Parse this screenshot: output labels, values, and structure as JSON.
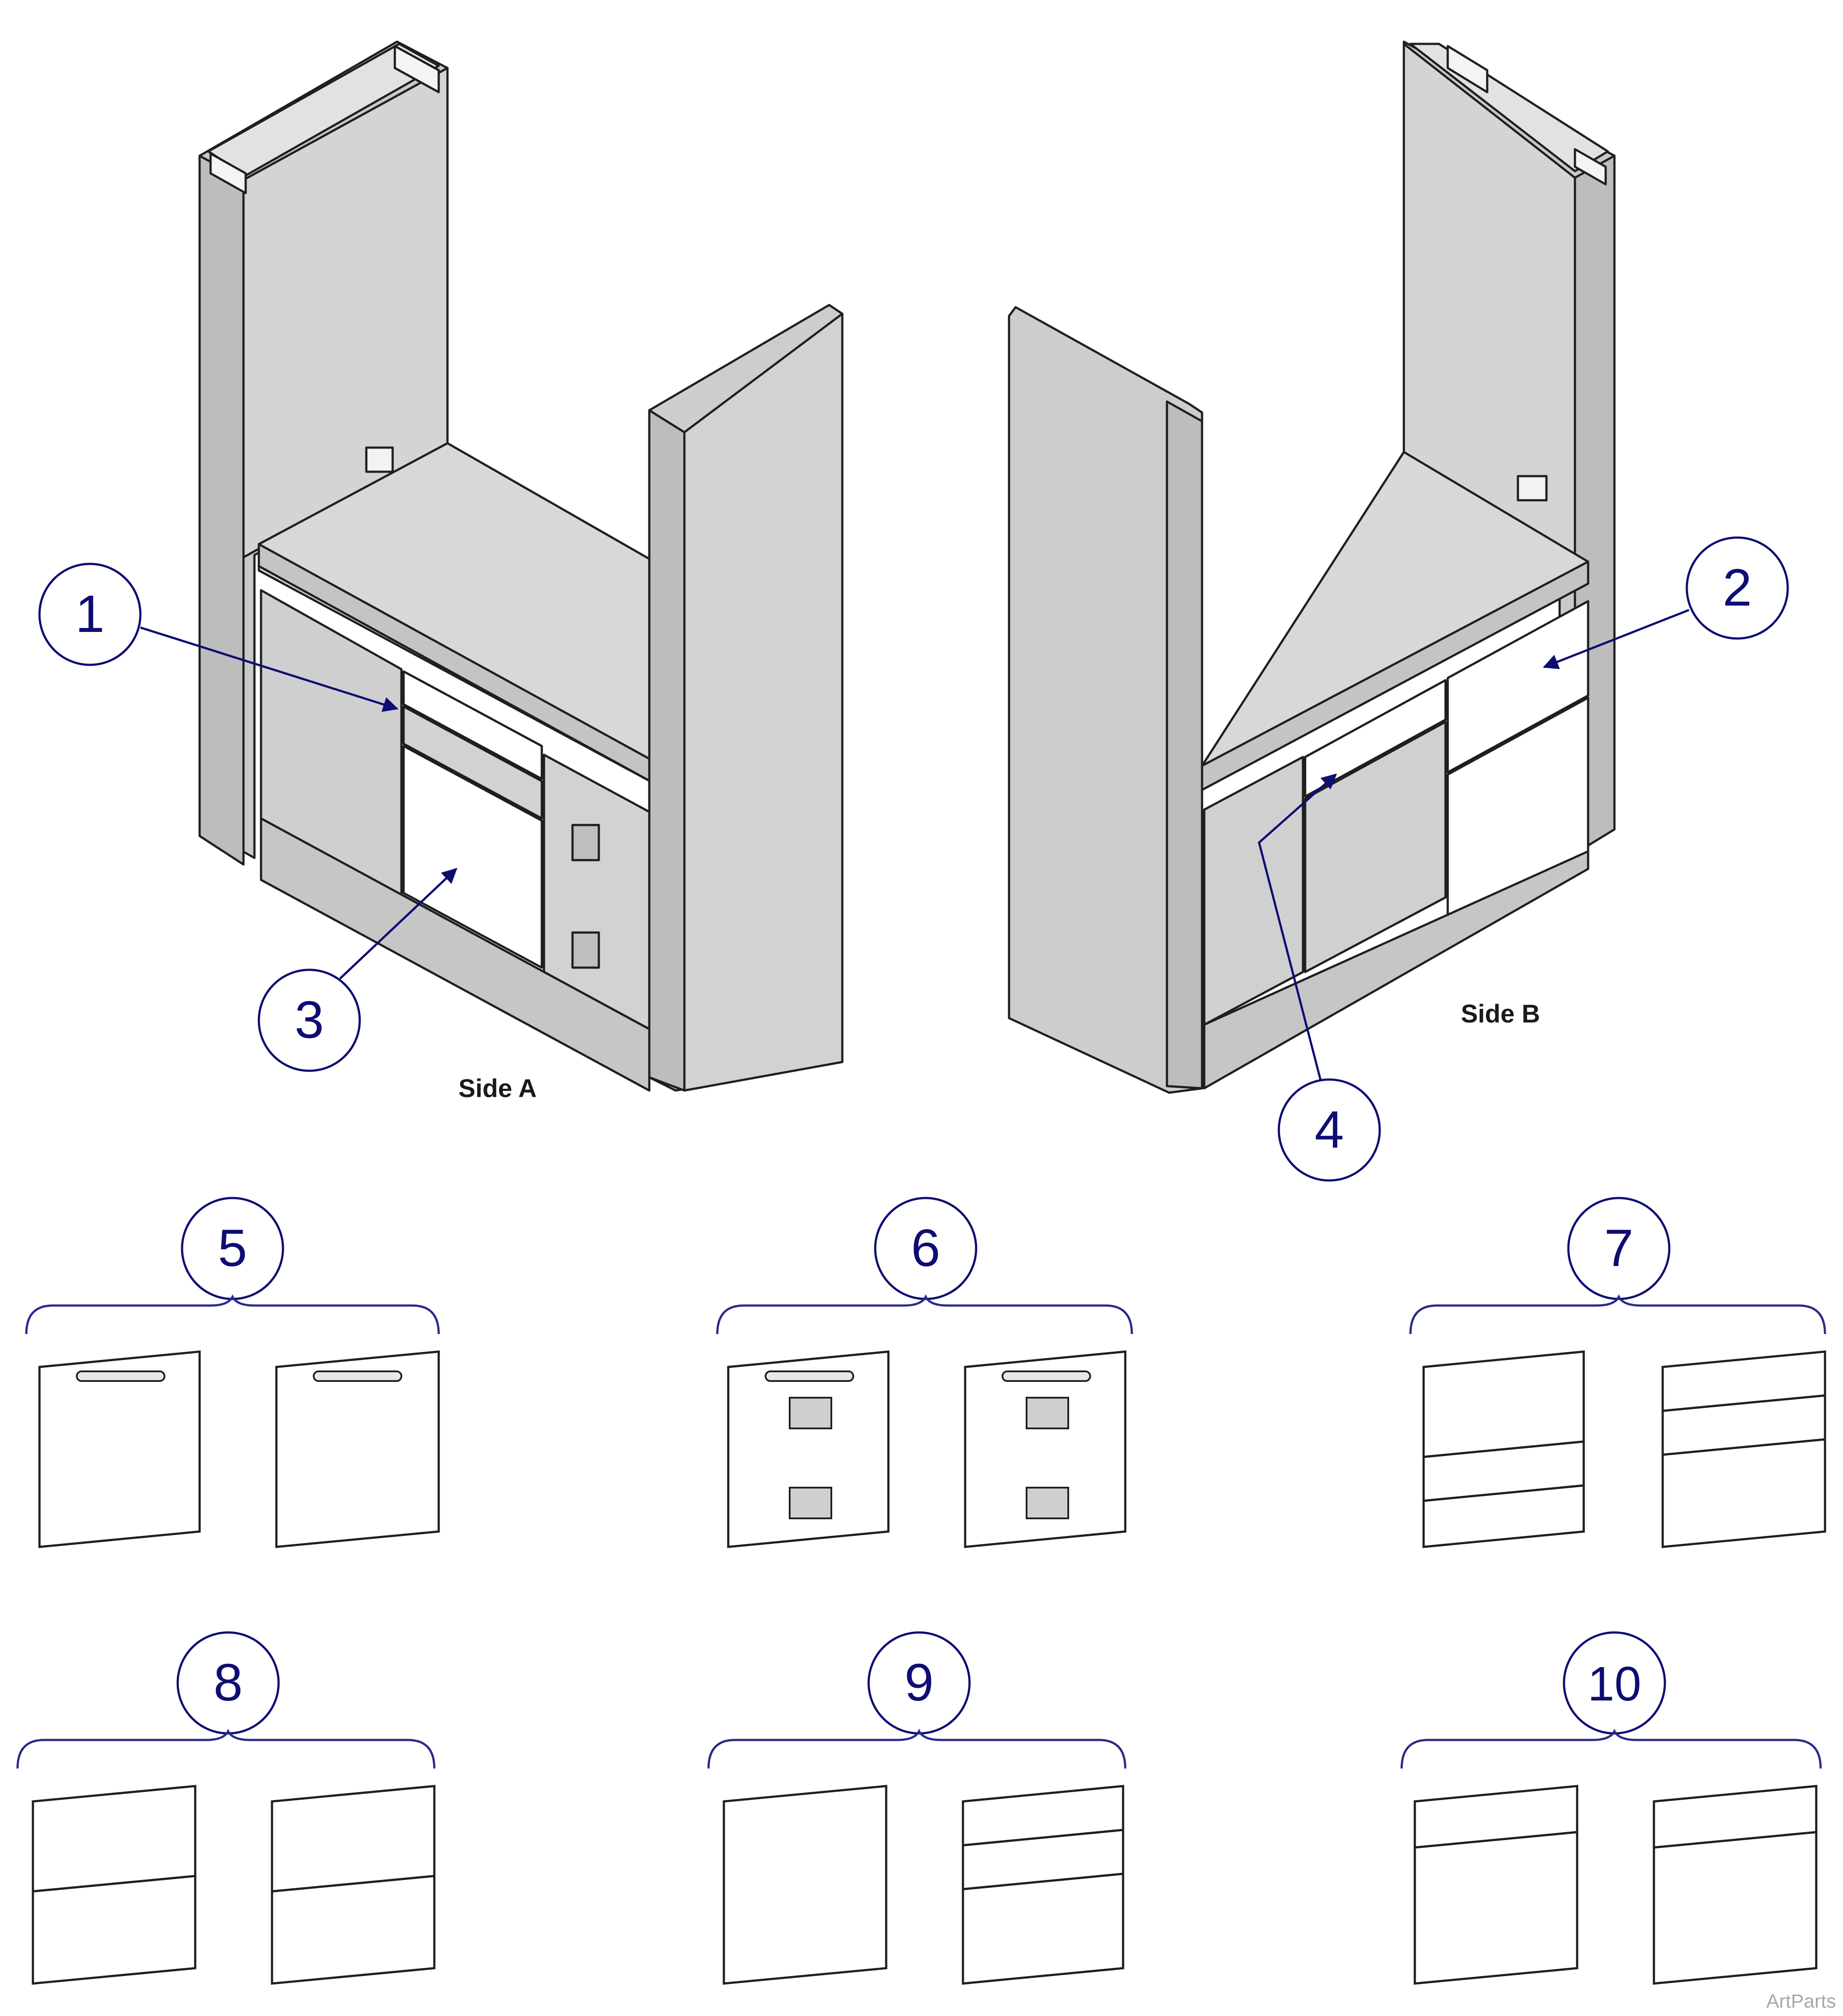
{
  "labels": {
    "side_a": "Side A",
    "side_b": "Side B",
    "watermark": "ArtParts"
  },
  "callouts": [
    "1",
    "2",
    "3",
    "4",
    "5",
    "6",
    "7",
    "8",
    "9",
    "10"
  ],
  "colors": {
    "callout": "#0d0d73",
    "bracket": "#2a2a8a",
    "cabinet": "#d2d2d2",
    "line": "#1f1f1f",
    "white_panel": "#ffffff"
  },
  "icons": {
    "grille": "vent-grille-icon",
    "handle": "drawer-pull-icon"
  }
}
